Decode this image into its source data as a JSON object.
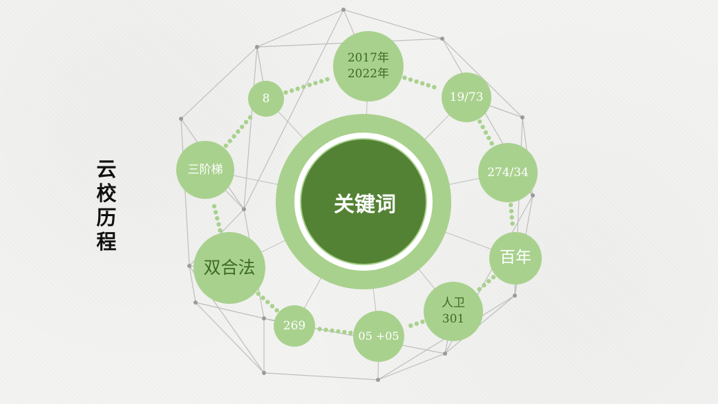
{
  "title": "云校历程",
  "center": {
    "label": "关键词"
  },
  "colors": {
    "node": "#a9d18e",
    "ring": "#a9d18e",
    "center": "#548235",
    "text": "#ffffff",
    "dark_text": "#3b6b22",
    "dots": "#a9d18e",
    "lines": "#bdbdbd",
    "vertex": "#9a9a9a"
  },
  "nodes": [
    {
      "label": "2017年\n2022年"
    },
    {
      "label": "19/73"
    },
    {
      "label": "274/34"
    },
    {
      "label": "百年"
    },
    {
      "label": "人卫\n301"
    },
    {
      "label": "05  +05"
    },
    {
      "label": "269"
    },
    {
      "label": "双合法"
    },
    {
      "label": "三阶梯"
    },
    {
      "label": "8"
    }
  ]
}
